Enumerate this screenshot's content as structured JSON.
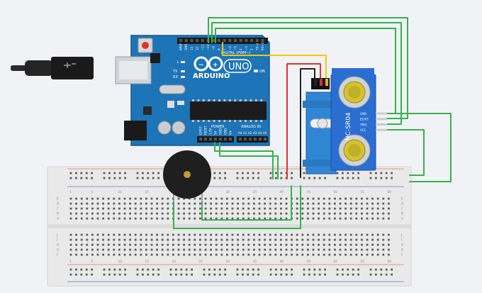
{
  "arduino": {
    "brand": "ARDUINO",
    "model": "UNO",
    "digital_label": "DIGITAL (PWM~)",
    "power_label": "POWER",
    "analog_label": "ANALOG IN",
    "on_label": "ON",
    "tx_label": "TX",
    "rx_label": "RX",
    "l_label": "L",
    "top_pins": [
      "AREF",
      "GND",
      "13",
      "12",
      "~11",
      "~10",
      "~9",
      "8",
      "7",
      "~6",
      "~5",
      "4",
      "~3",
      "2",
      "TX→1",
      "RX←0"
    ],
    "power_pins": [
      "IOREF",
      "RESET",
      "3.3V",
      "5V",
      "GND",
      "GND",
      "Vin"
    ],
    "analog_pins": [
      "A0",
      "A1",
      "A2",
      "A3",
      "A4",
      "A5"
    ]
  },
  "sensor": {
    "model": "HC-SR04",
    "pins": [
      "GND",
      "ECHO",
      "TRIG",
      "VCC"
    ]
  },
  "breadboard": {
    "column_numbers": [
      "1",
      "5",
      "10",
      "15",
      "20",
      "25",
      "30",
      "35",
      "40",
      "45",
      "50",
      "55",
      "60"
    ],
    "row_letters_top": [
      "A",
      "B",
      "C",
      "D",
      "E"
    ],
    "row_letters_bottom": [
      "F",
      "G",
      "H",
      "I",
      "J"
    ]
  },
  "colors": {
    "board": "#1d74b6",
    "wire_green": "#37b24d",
    "wire_red": "#e03131",
    "wire_yellow": "#f5c60a",
    "wire_black": "#222222",
    "sensor_board": "#2a6ed1",
    "servo_body": "#2f86d4"
  }
}
